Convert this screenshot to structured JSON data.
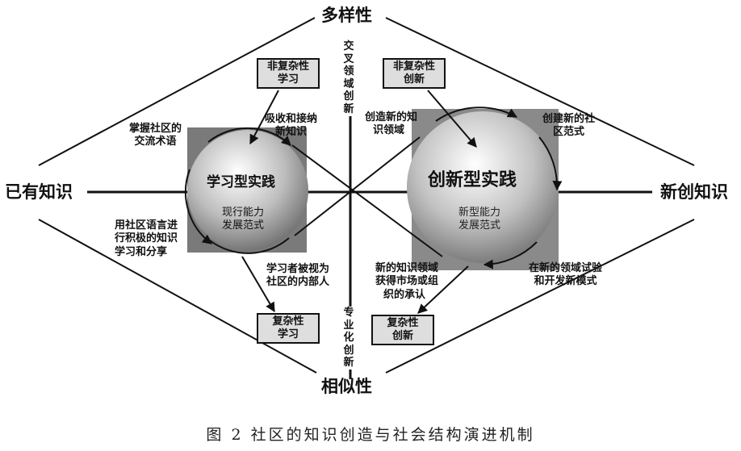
{
  "axes": {
    "top": "多样性",
    "bottom": "相似性",
    "left": "已有知识",
    "right": "新创知识"
  },
  "left_practice": {
    "title": "学习型实践",
    "subtitle_line1": "现行能力",
    "subtitle_line2": "发展范式"
  },
  "right_practice": {
    "title": "创新型实践",
    "subtitle_line1": "新型能力",
    "subtitle_line2": "发展范式"
  },
  "boxes": {
    "top_left": [
      "非复杂性",
      "学习"
    ],
    "top_right": [
      "非复杂性",
      "创新"
    ],
    "bottom_left": [
      "复杂性",
      "学习"
    ],
    "bottom_right": [
      "复杂性",
      "创新"
    ]
  },
  "vertical_labels": {
    "top": "交叉领域创新",
    "bottom": "专业化创新"
  },
  "annotations": {
    "master_terms": [
      "掌握社区的",
      "交流术语"
    ],
    "absorb_knowledge": [
      "吸收和接纳",
      "新知识"
    ],
    "active_learning": [
      "用社区语言进",
      "行积极的知识",
      "学习和分享"
    ],
    "insider": [
      "学习者被视为",
      "社区的内部人"
    ],
    "create_field": [
      "创造新的知",
      "识领域"
    ],
    "create_paradigm": [
      "创建新的社",
      "区范式"
    ],
    "market_recognition": [
      "新的知识领域",
      "获得市场或组",
      "织的承认"
    ],
    "new_mode": [
      "在新的领域试验",
      "和开发新模式"
    ]
  },
  "caption": "图 2  社区的知识创造与社会结构演进机制",
  "colors": {
    "line": "#111111",
    "box_fill": "#dedede",
    "square_fill": "#7a7a7a"
  }
}
